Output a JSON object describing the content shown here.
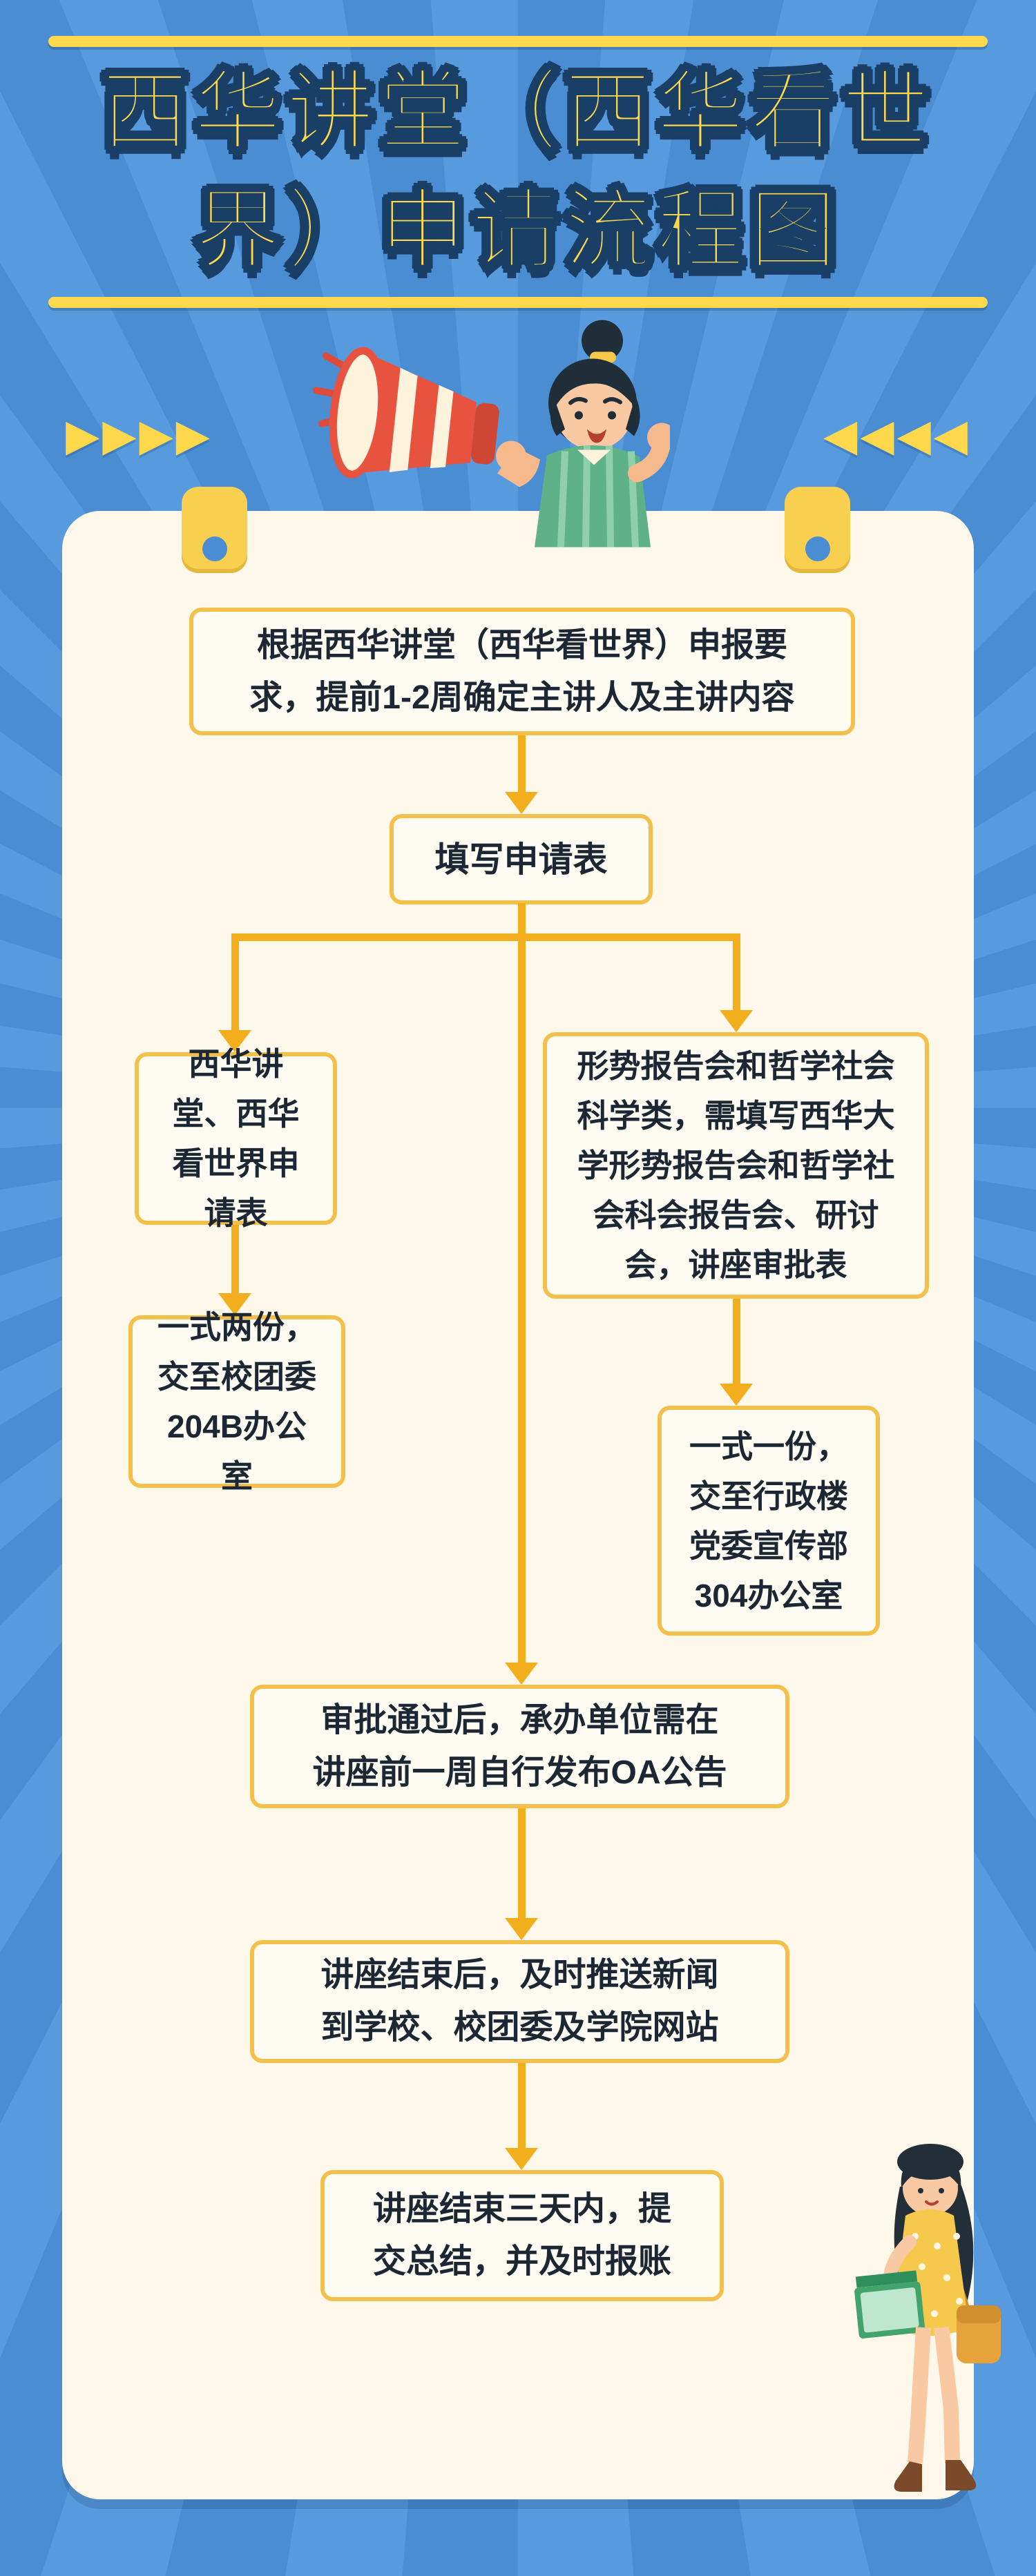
{
  "poster": {
    "title_line1": "西华讲堂（西华看世",
    "title_line2": "界）申请流程图"
  },
  "decor": {
    "chevrons_left": "▶▶▶▶",
    "chevrons_right": "◀◀◀◀"
  },
  "flow": {
    "step_requirements": "根据西华讲堂（西华看世界）申报要求，提前1-2周确定主讲人及主讲内容",
    "step_fill_form": "填写申请表",
    "branch_left_form": "西华讲堂、西华看世界申请表",
    "branch_right_form": "形势报告会和哲学社会科学类，需填写西华大学形势报告会和哲学社会科会报告会、研讨会，讲座审批表",
    "branch_left_submit": "一式两份，交至校团委204B办公室",
    "branch_right_submit": "一式一份，交至行政楼党委宣传部304办公室",
    "step_announce": "审批通过后，承办单位需在讲座前一周自行发布OA公告",
    "step_news": "讲座结束后，及时推送新闻到学校、校团委及学院网站",
    "step_summary": "讲座结束三天内，提交总结，并及时报账"
  },
  "colors": {
    "background_blue": "#4a8dd3",
    "background_blue_light": "#589ade",
    "title_yellow": "#ffd94d",
    "title_outline_navy": "#1a3f66",
    "card_cream": "#fdf8e9",
    "box_border_gold": "#f3c14b",
    "arrow_gold": "#f2ae1c",
    "text_dark": "#1c2733",
    "megaphone_red": "#e85340",
    "shirt_green": "#5fb287"
  },
  "icons": {
    "announcer_illustration": "woman-with-megaphone",
    "walking_girl_illustration": "girl-with-books",
    "chevron_right": "▶",
    "chevron_left": "◀"
  }
}
